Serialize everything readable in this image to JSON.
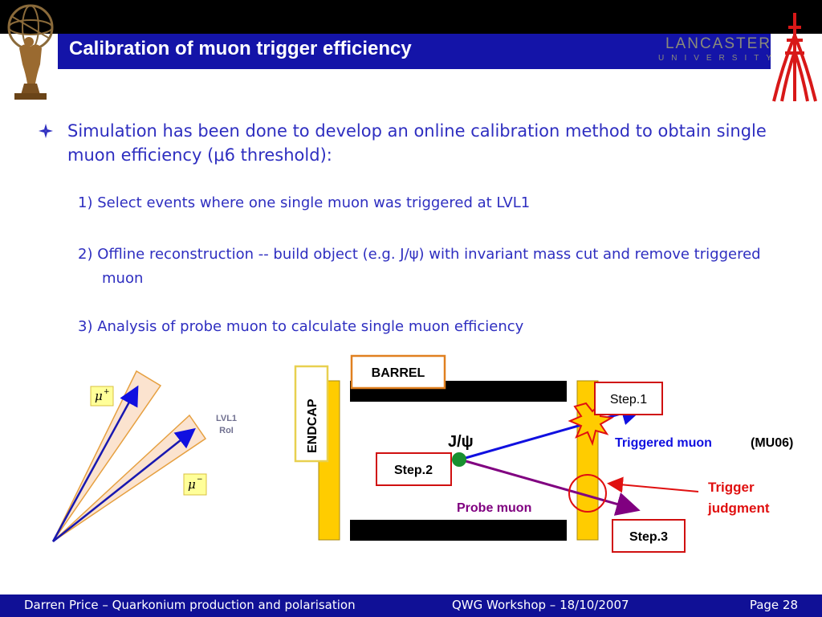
{
  "header": {
    "title": "Calibration of muon trigger efficiency",
    "university_name": "LANCASTER",
    "university_sub": "UNIVERSITY"
  },
  "bullet": {
    "text": "Simulation has been done to develop an online calibration method to obtain single muon efficiency (μ6 threshold):"
  },
  "steps": [
    "1) Select events where one single muon was triggered at LVL1",
    "2) Offline reconstruction -- build object (e.g. J/ψ) with invariant mass cut and remove triggered muon",
    "3) Analysis of probe muon to calculate single muon efficiency"
  ],
  "diagram": {
    "mu_plus": "μ",
    "mu_plus_sup": "+",
    "mu_minus": "μ",
    "mu_minus_sup": "−",
    "lvl1": "LVL1",
    "roi": "RoI",
    "barrel": "BARREL",
    "endcap": "ENDCAP",
    "jpsi": "J/ψ",
    "step1": "Step.1",
    "step2": "Step.2",
    "step3": "Step.3",
    "triggered_muon": "Triggered muon",
    "mu06": "(MU06)",
    "probe_muon": "Probe muon",
    "trigger": "Trigger",
    "judgment": "judgment"
  },
  "footer": {
    "left": "Darren Price – Quarkonium production and polarisation",
    "middle": "QWG Workshop – 18/10/2007",
    "right": "Page 28"
  },
  "colors": {
    "title_bar": "#1414a8",
    "body_text": "#2e2ec0",
    "footer": "#101096",
    "detector": "#ffcc00",
    "triggered_muon": "#1010e0",
    "probe_muon": "#800080",
    "trigger_judgment": "#e01010"
  }
}
